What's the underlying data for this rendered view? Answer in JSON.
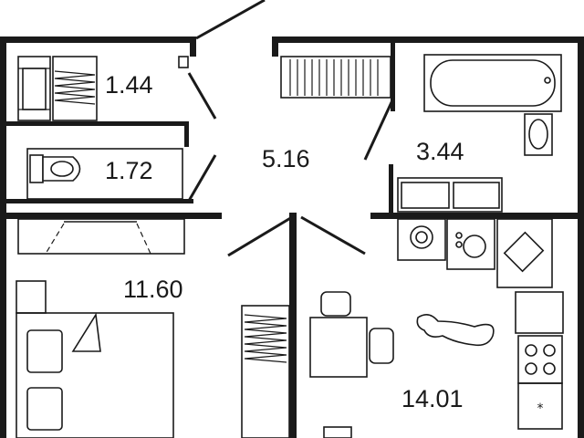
{
  "rooms": [
    {
      "id": "storage",
      "area": "1.44"
    },
    {
      "id": "wc",
      "area": "1.72"
    },
    {
      "id": "hallway",
      "area": "5.16"
    },
    {
      "id": "bathroom",
      "area": "3.44"
    },
    {
      "id": "bedroom",
      "area": "11.60"
    },
    {
      "id": "kitchen-living",
      "area": "14.01"
    }
  ],
  "colors": {
    "wall": "#1a1a1a",
    "background": "#ffffff"
  },
  "icons": [
    "washer-icon",
    "dryer-icon",
    "toilet-icon",
    "bathtub-icon",
    "sink-icon",
    "stove-icon",
    "kitchen-sink-icon",
    "bed-icon",
    "dining-table-icon",
    "chair-icon",
    "dog-icon",
    "wardrobe-icon",
    "fridge-icon"
  ]
}
